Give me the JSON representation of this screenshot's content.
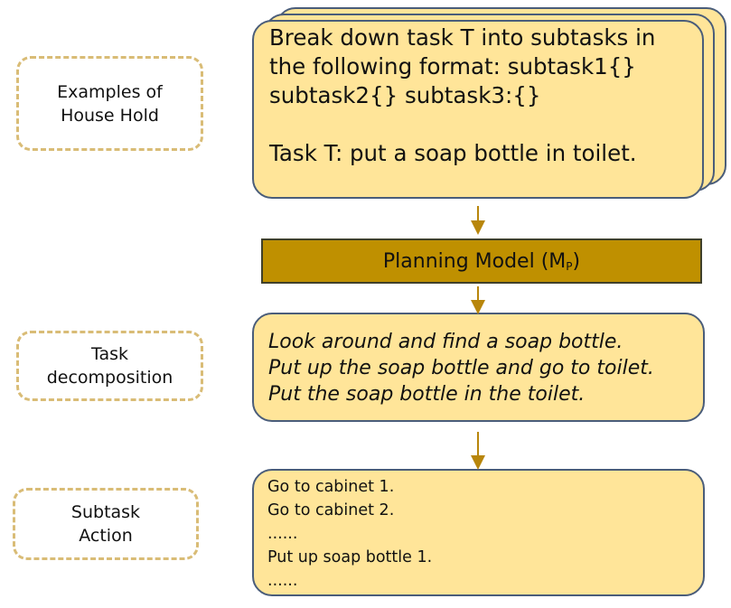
{
  "side_labels": {
    "examples": [
      "Examples of",
      "House Hold"
    ],
    "decomposition": [
      "Task",
      "decomposition"
    ],
    "action": [
      "Subtask",
      "Action"
    ]
  },
  "prompt": {
    "lines": [
      "Break down task T into subtasks in",
      "the following format: subtask1{}",
      "subtask2{} subtask3:{}",
      "",
      "Task T: put a soap bottle in toilet."
    ]
  },
  "model": {
    "label": "Planning Model (M",
    "subscript": "P",
    "suffix": ")"
  },
  "subtasks": [
    "Look around and find a soap bottle.",
    "Put up the soap bottle and go to toilet.",
    "Put the soap bottle in the toilet."
  ],
  "actions": [
    "Go to cabinet 1.",
    "Go to cabinet 2.",
    "......",
    "Put up soap bottle 1.",
    "......"
  ],
  "colors": {
    "card_fill": "#ffe599",
    "card_border": "#4a5d7a",
    "model_fill": "#bf9000",
    "dashed_border": "#d9bc76",
    "arrow": "#b8860b"
  }
}
